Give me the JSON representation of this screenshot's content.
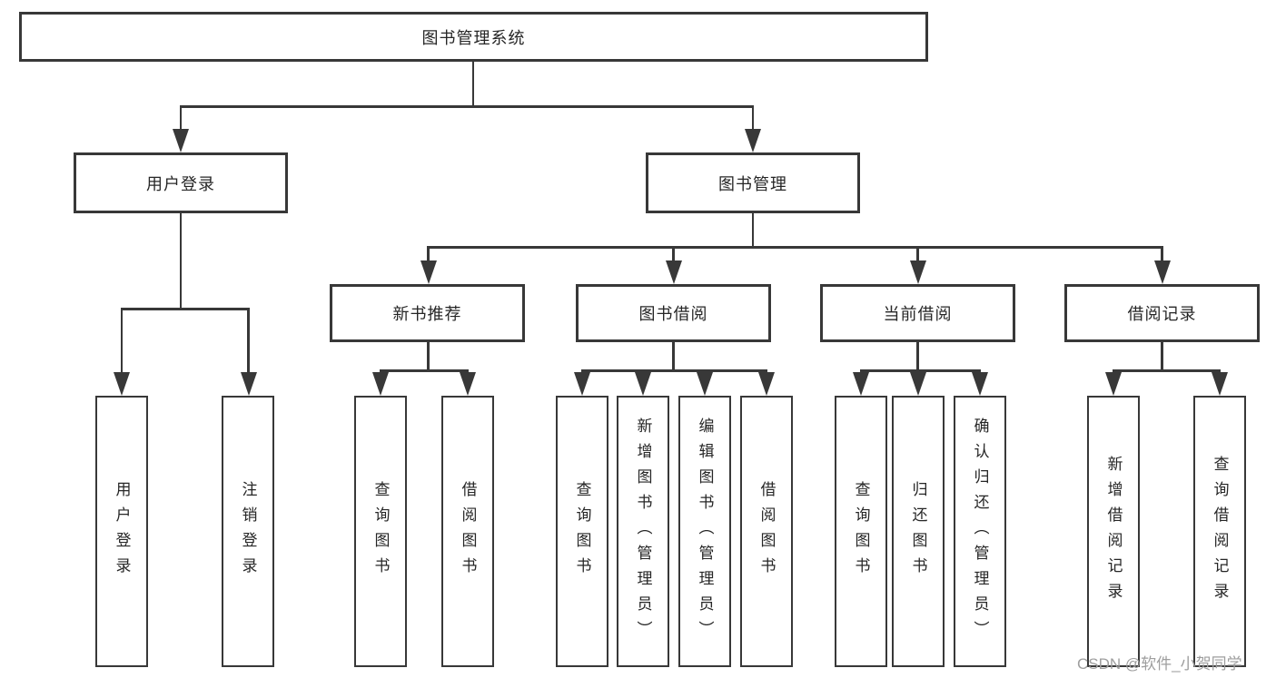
{
  "colors": {
    "line": "#383838",
    "text": "#262626",
    "watermark": "#9e9e9e",
    "background": "#ffffff"
  },
  "watermark": {
    "text": "CSDN @软件_小贺同学"
  },
  "tree": {
    "root": {
      "label": "图书管理系统",
      "children": [
        {
          "label": "用户登录",
          "children": [
            {
              "label": "用户登录"
            },
            {
              "label": "注销登录"
            }
          ]
        },
        {
          "label": "图书管理",
          "children": [
            {
              "label": "新书推荐",
              "children": [
                {
                  "label": "查询图书"
                },
                {
                  "label": "借阅图书"
                }
              ]
            },
            {
              "label": "图书借阅",
              "children": [
                {
                  "label": "查询图书"
                },
                {
                  "label": "新增图书（管理员）"
                },
                {
                  "label": "编辑图书（管理员）"
                },
                {
                  "label": "借阅图书"
                }
              ]
            },
            {
              "label": "当前借阅",
              "children": [
                {
                  "label": "查询图书"
                },
                {
                  "label": "归还图书"
                },
                {
                  "label": "确认归还（管理员）"
                }
              ]
            },
            {
              "label": "借阅记录",
              "children": [
                {
                  "label": "新增借阅记录"
                },
                {
                  "label": "查询借阅记录"
                }
              ]
            }
          ]
        }
      ]
    }
  }
}
